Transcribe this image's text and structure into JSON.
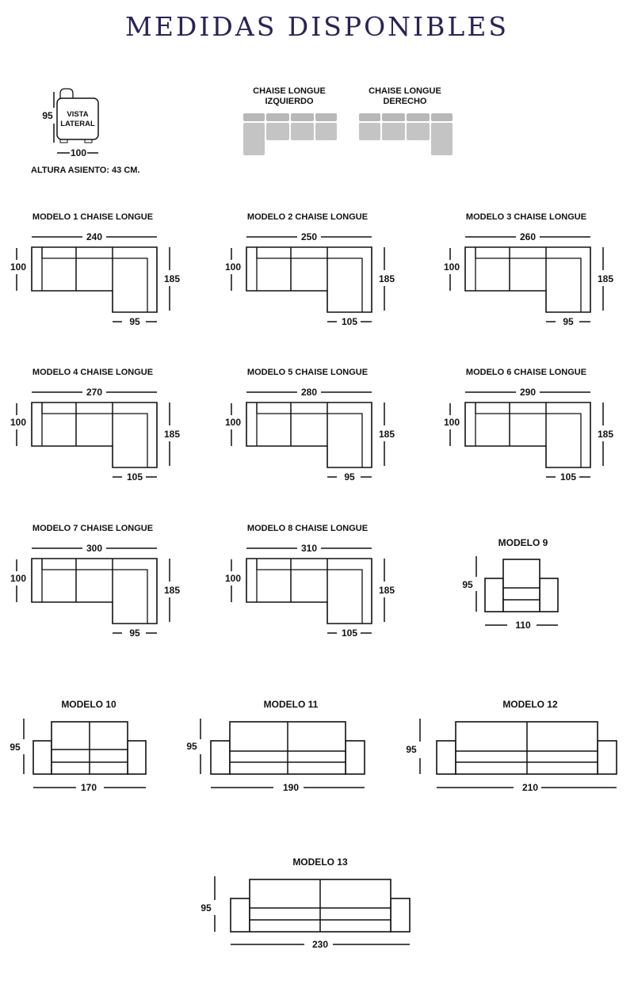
{
  "title": "MEDIDAS DISPONIBLES",
  "side_view": {
    "label": [
      "VISTA",
      "LATERAL"
    ],
    "height": "95",
    "depth": "100",
    "seat_height": "ALTURA ASIENTO: 43 CM."
  },
  "chaise_left": [
    "CHAISE LONGUE",
    "IZQUIERDO"
  ],
  "chaise_right": [
    "CHAISE LONGUE",
    "DERECHO"
  ],
  "chaise_models": [
    {
      "name": "MODELO 1 CHAISE LONGUE",
      "width": "240",
      "depth": "100",
      "total_depth": "185",
      "chaise_width": "95"
    },
    {
      "name": "MODELO 2 CHAISE LONGUE",
      "width": "250",
      "depth": "100",
      "total_depth": "185",
      "chaise_width": "105"
    },
    {
      "name": "MODELO 3 CHAISE LONGUE",
      "width": "260",
      "depth": "100",
      "total_depth": "185",
      "chaise_width": "95"
    },
    {
      "name": "MODELO 4 CHAISE LONGUE",
      "width": "270",
      "depth": "100",
      "total_depth": "185",
      "chaise_width": "105"
    },
    {
      "name": "MODELO 5 CHAISE LONGUE",
      "width": "280",
      "depth": "100",
      "total_depth": "185",
      "chaise_width": "95"
    },
    {
      "name": "MODELO 6 CHAISE LONGUE",
      "width": "290",
      "depth": "100",
      "total_depth": "185",
      "chaise_width": "105"
    },
    {
      "name": "MODELO 7 CHAISE LONGUE",
      "width": "300",
      "depth": "100",
      "total_depth": "185",
      "chaise_width": "95"
    },
    {
      "name": "MODELO 8 CHAISE LONGUE",
      "width": "310",
      "depth": "100",
      "total_depth": "185",
      "chaise_width": "105"
    }
  ],
  "sofa_models": [
    {
      "name": "MODELO 9",
      "height": "95",
      "width": "110"
    },
    {
      "name": "MODELO 10",
      "height": "95",
      "width": "170"
    },
    {
      "name": "MODELO 11",
      "height": "95",
      "width": "190"
    },
    {
      "name": "MODELO 12",
      "height": "95",
      "width": "210"
    },
    {
      "name": "MODELO 13",
      "height": "95",
      "width": "230"
    }
  ]
}
